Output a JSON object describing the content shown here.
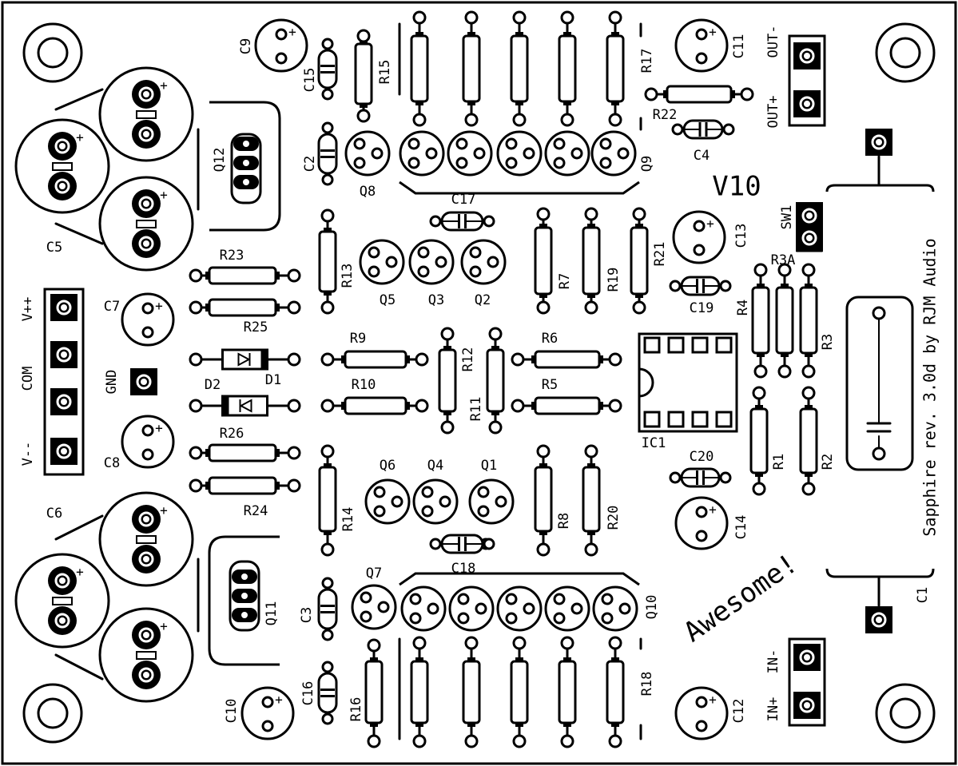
{
  "board": {
    "credit": "Sapphire rev. 3.0d by RJM Audio",
    "version": "V10",
    "slogan": "Awesome!"
  },
  "connectors": {
    "power": [
      "V++",
      "COM",
      "V--"
    ],
    "gnd": "GND",
    "out_minus": "OUT-",
    "out_plus": "OUT+",
    "in_minus": "IN-",
    "in_plus": "IN+",
    "switch": "SW1"
  },
  "labels": {
    "C1": "C1",
    "C2": "C2",
    "C3": "C3",
    "C4": "C4",
    "C5": "C5",
    "C6": "C6",
    "C7": "C7",
    "C8": "C8",
    "C9": "C9",
    "C10": "C10",
    "C11": "C11",
    "C12": "C12",
    "C13": "C13",
    "C14": "C14",
    "C15": "C15",
    "C16": "C16",
    "C17": "C17",
    "C18": "C18",
    "C19": "C19",
    "C20": "C20",
    "R1": "R1",
    "R2": "R2",
    "R3": "R3",
    "R3A": "R3A",
    "R4": "R4",
    "R5": "R5",
    "R6": "R6",
    "R7": "R7",
    "R8": "R8",
    "R9": "R9",
    "R10": "R10",
    "R11": "R11",
    "R12": "R12",
    "R13": "R13",
    "R14": "R14",
    "R15": "R15",
    "R16": "R16",
    "R17": "R17",
    "R18": "R18",
    "R19": "R19",
    "R20": "R20",
    "R21": "R21",
    "R22": "R22",
    "R23": "R23",
    "R24": "R24",
    "R25": "R25",
    "R26": "R26",
    "Q1": "Q1",
    "Q2": "Q2",
    "Q3": "Q3",
    "Q4": "Q4",
    "Q5": "Q5",
    "Q6": "Q6",
    "Q7": "Q7",
    "Q8": "Q8",
    "Q9": "Q9",
    "Q10": "Q10",
    "Q11": "Q11",
    "Q12": "Q12",
    "D1": "D1",
    "D2": "D2",
    "IC1": "IC1"
  }
}
